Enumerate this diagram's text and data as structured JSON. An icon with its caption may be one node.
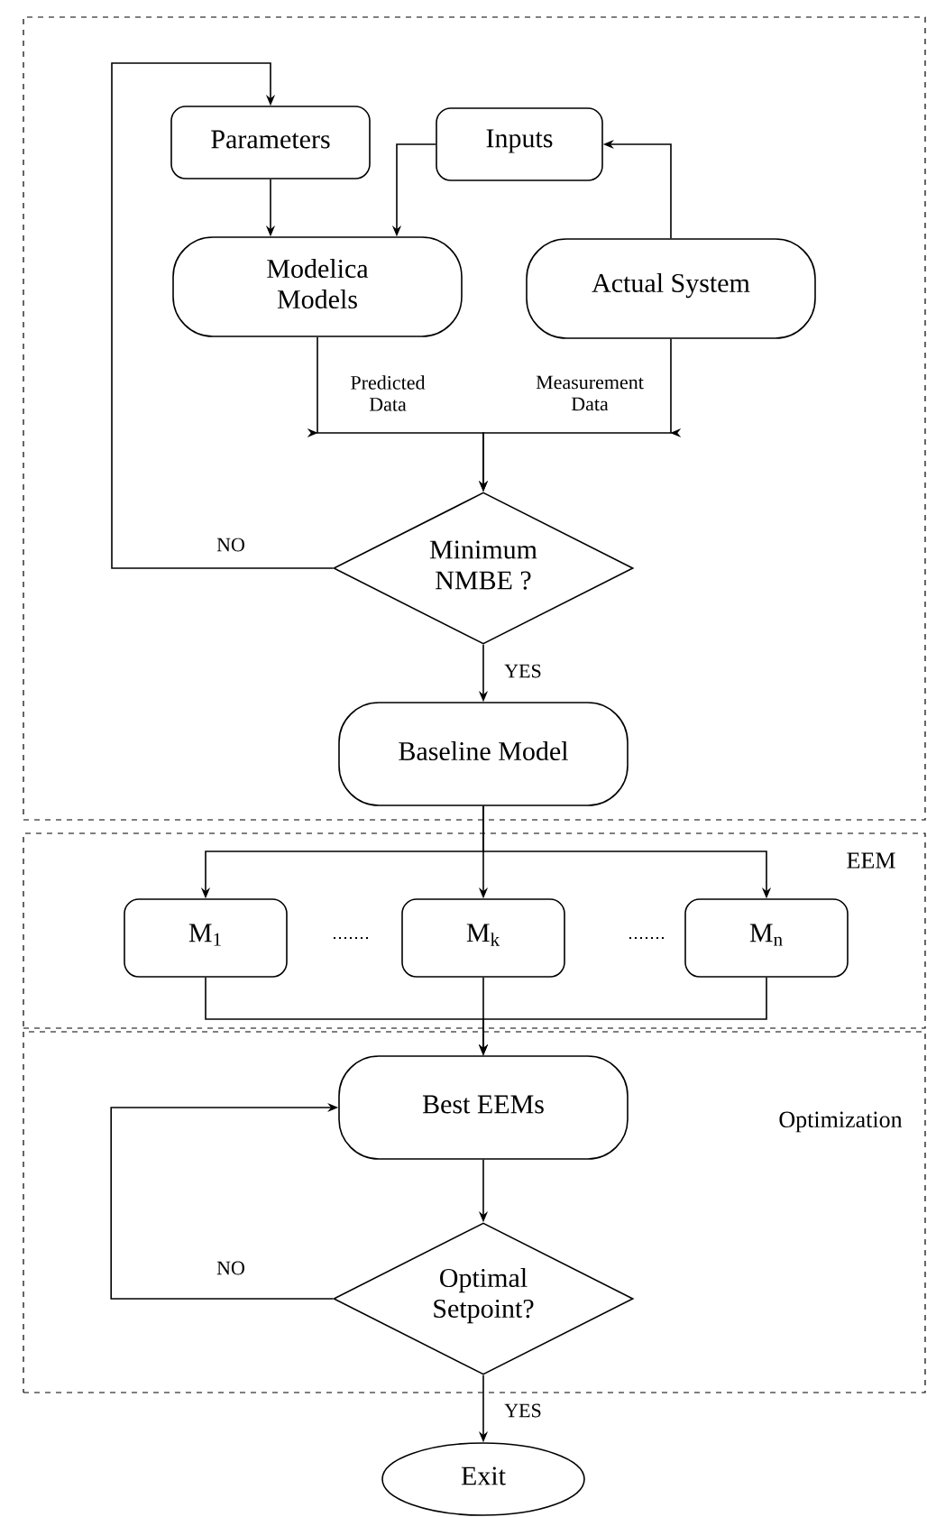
{
  "diagram": {
    "nodes": [
      {
        "text": [],
        "shape": "box"
      },
      {
        "text": [
          "Parameters"
        ],
        "in": 0
      },
      {
        "text": [
          "Inputs"
        ],
        "in": 0
      },
      {
        "text": [
          "Modelica Models"
        ],
        "in": 0
      },
      {
        "text": [
          "Actual System"
        ],
        "in": 0
      },
      {
        "text": [
          "Minimum NMBE ?"
        ],
        "in": 0
      },
      {
        "text": [
          "Baseline Model"
        ],
        "in": 0
      },
      {
        "text": [
          "EEM"
        ]
      },
      {
        "text": [
          "M$_{1}$"
        ],
        "in": 7
      },
      {
        "text": [
          "M$_{k}$"
        ],
        "in": 7
      },
      {
        "text": [
          "M$_{n}$"
        ],
        "in": 7
      },
      {
        "text": [
          "Optimization"
        ]
      },
      {
        "text": [
          "Best EEMs"
        ],
        "in": 11
      },
      {
        "text": [
          "Optimal Setpoint?"
        ],
        "in": 11
      },
      {
        "text": [
          "Exit"
        ]
      }
    ],
    "edges": [
      {
        "from": 5,
        "to": 1,
        "arrow": "to",
        "label": "NO"
      },
      {
        "from": 1,
        "to": 3,
        "arrow": "to"
      },
      {
        "from": 2,
        "to": 3,
        "arrow": "to"
      },
      {
        "from": 4,
        "to": 2,
        "arrow": "to"
      },
      {
        "from": 3,
        "to": 5,
        "arrow": "to",
        "label": "Predicted Data"
      },
      {
        "from": 4,
        "to": 5,
        "arrow": "to",
        "label": "Measurement Data"
      },
      {
        "from": 5,
        "to": 6,
        "arrow": "to",
        "label": "YES"
      },
      {
        "from": 6,
        "to": 8,
        "arrow": "to"
      },
      {
        "from": 6,
        "to": 9,
        "arrow": "to"
      },
      {
        "from": 6,
        "to": 10,
        "arrow": "to"
      },
      {
        "from": 8,
        "to": 12,
        "arrow": "to"
      },
      {
        "from": 9,
        "to": 12,
        "arrow": "to"
      },
      {
        "from": 10,
        "to": 12,
        "arrow": "to"
      },
      {
        "from": 12,
        "to": 13,
        "arrow": "to"
      },
      {
        "from": 13,
        "to": 12,
        "arrow": "to",
        "label": "NO"
      },
      {
        "from": 13,
        "to": 14,
        "arrow": "to",
        "label": "YES"
      }
    ]
  }
}
